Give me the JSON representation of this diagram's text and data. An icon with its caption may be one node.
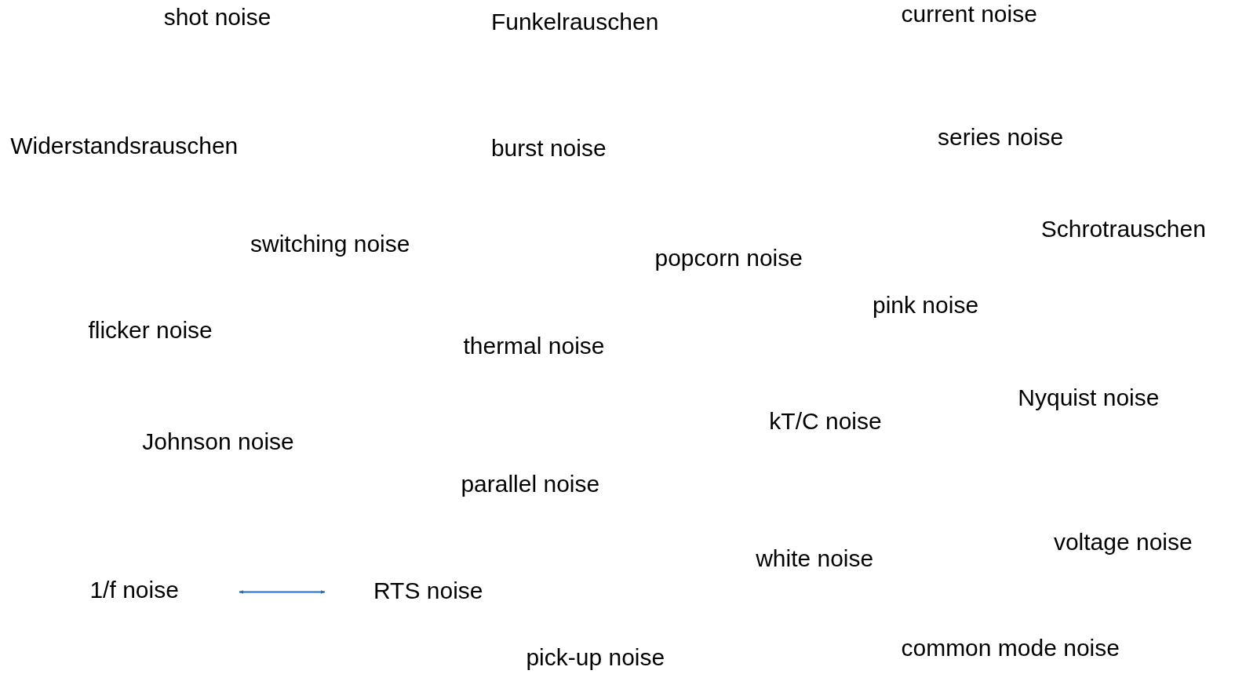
{
  "diagram": {
    "nodes": [
      {
        "text": [
          "1/f noise"
        ]
      },
      {
        "text": [
          "RTS noise"
        ]
      }
    ],
    "edges": [
      {
        "from": 0,
        "to": 1,
        "arrow": "both",
        "color": "#1f6fc0"
      }
    ],
    "labels": [
      "shot noise",
      "Funkelrauschen",
      "current noise",
      "Widerstandsrauschen",
      "burst noise",
      "series noise",
      "switching noise",
      "Schrotrauschen",
      "popcorn noise",
      "pink noise",
      "flicker noise",
      "thermal noise",
      "Nyquist noise",
      "kT/C noise",
      "Johnson noise",
      "parallel noise",
      "voltage noise",
      "white noise",
      "common mode noise",
      "pick-up noise"
    ]
  }
}
